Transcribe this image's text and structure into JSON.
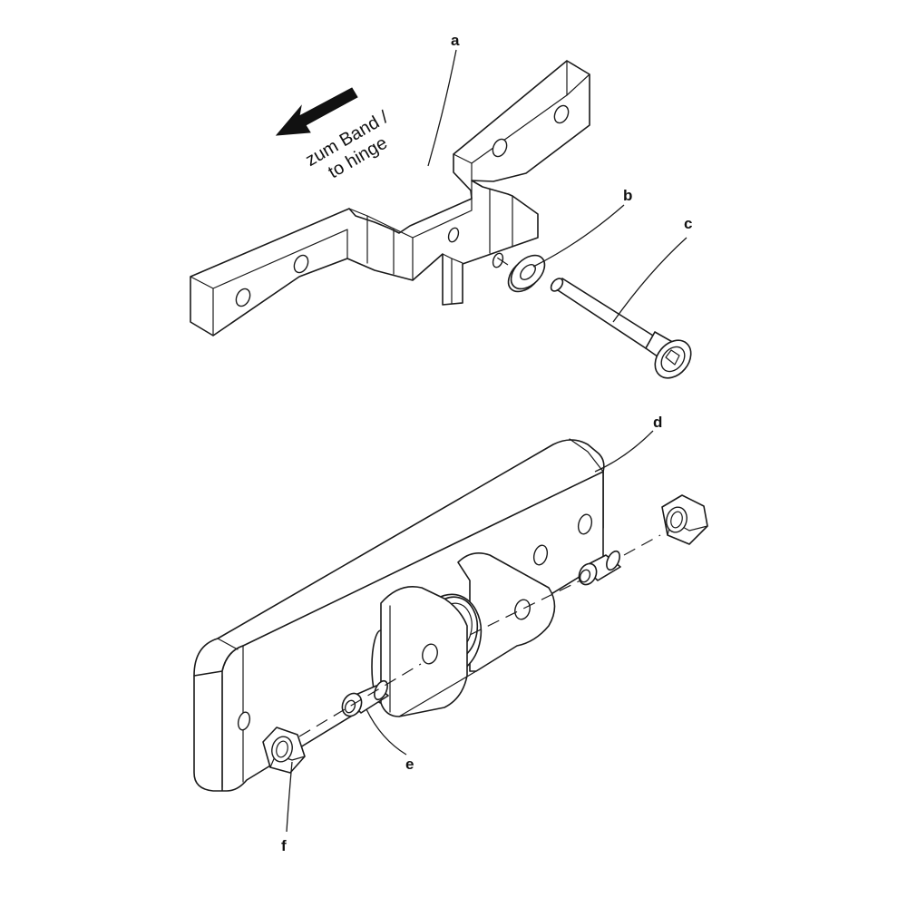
{
  "direction_note": {
    "line1": "zum Band /",
    "line2": "to hinge"
  },
  "callouts": {
    "a": "a",
    "b": "b",
    "c": "c",
    "d": "d",
    "e": "e",
    "f": "f"
  }
}
